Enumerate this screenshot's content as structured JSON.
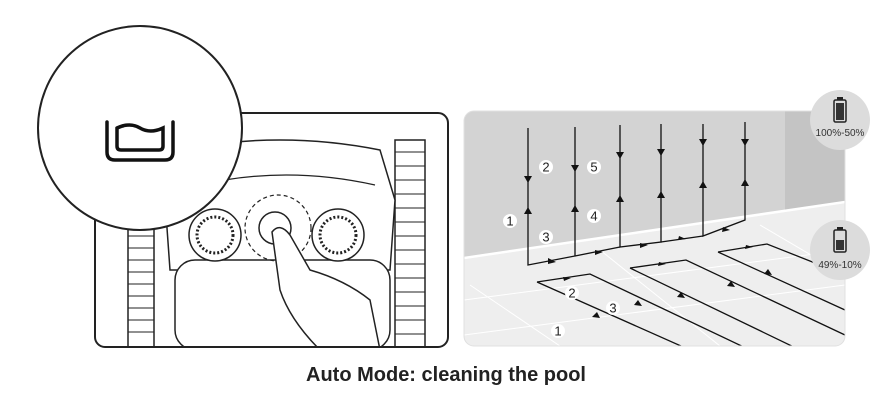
{
  "caption": "Auto Mode: cleaning the pool",
  "battery_high": {
    "label": "100%-50%",
    "icon": "battery-full-icon"
  },
  "battery_low": {
    "label": "49%-10%",
    "icon": "battery-half-icon"
  },
  "wall_steps": [
    "1",
    "2",
    "3",
    "4",
    "5"
  ],
  "floor_steps": [
    "1",
    "2",
    "3"
  ],
  "mode_icon": "auto-mode-tub-icon"
}
